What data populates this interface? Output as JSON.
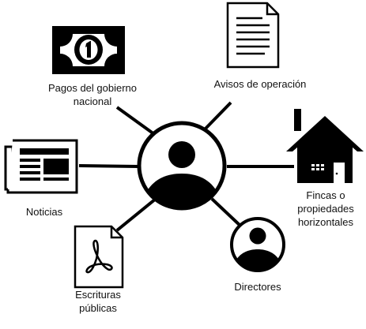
{
  "nodes": {
    "pagos": {
      "line1": "Pagos del gobierno",
      "line2": "nacional"
    },
    "avisos": {
      "line1": "Avisos de operación"
    },
    "noticias": {
      "line1": "Noticias"
    },
    "fincas": {
      "line1": "Fincas o",
      "line2": "propiedades",
      "line3": "horizontales"
    },
    "escrituras": {
      "line1": "Escrituras",
      "line2": "públicas"
    },
    "directores": {
      "line1": "Directores"
    }
  },
  "icons": {
    "center": "person-icon",
    "pagos": "banknote-icon",
    "avisos": "document-icon",
    "noticias": "newspaper-icon",
    "fincas": "house-icon",
    "escrituras": "pdf-file-icon",
    "directores": "person-icon"
  },
  "colors": {
    "ink": "#000000",
    "paper": "#ffffff"
  }
}
